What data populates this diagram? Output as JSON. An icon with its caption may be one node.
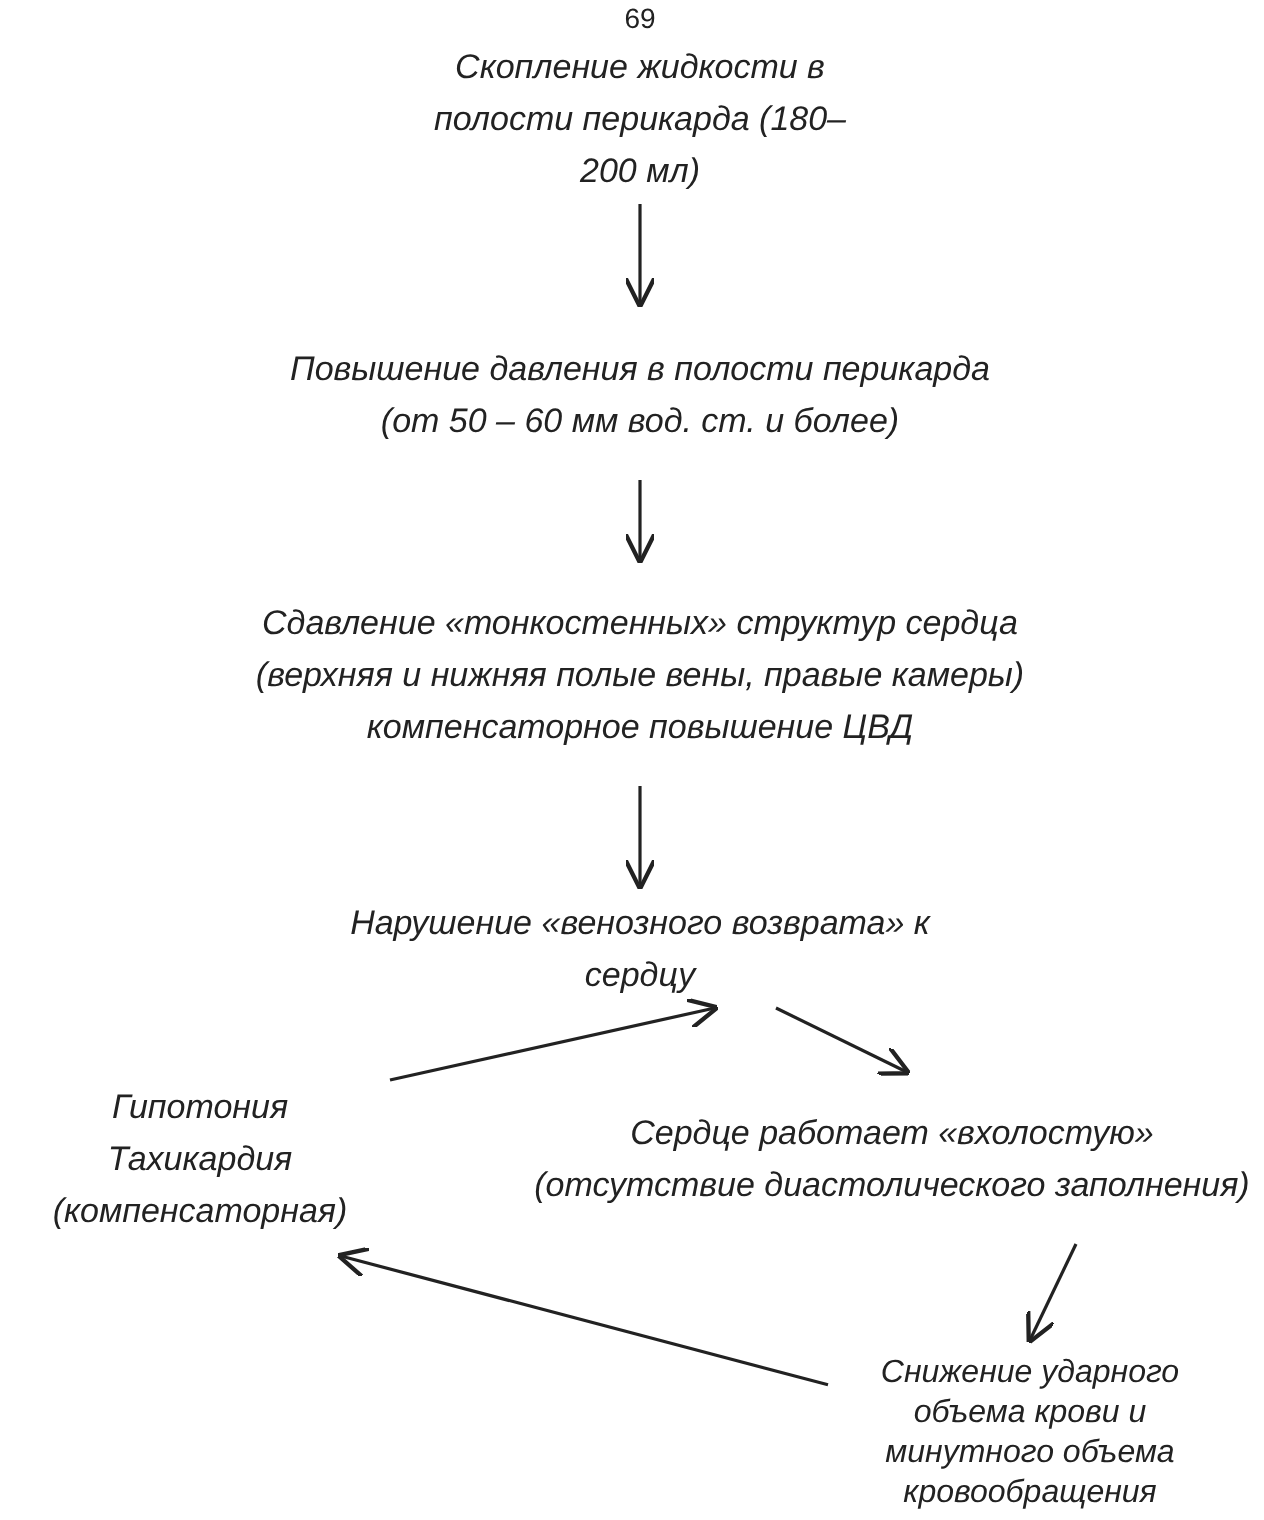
{
  "diagram": {
    "nodes": [
      {
        "text": [
          "Скопление жидкости в полости перикарда (180–200 мл)"
        ]
      },
      {
        "text": [
          "Повышение давления в полости перикарда (от 50 – 60 мм вод. ст. и более)"
        ]
      },
      {
        "text": [
          "Сдавление «тонкостенных» структур сердца (верхняя и нижняя полые вены, правые камеры) компенсаторное повышение ЦВД"
        ]
      },
      {
        "text": [
          "Нарушение «венозного возврата» к сердцу"
        ]
      },
      {
        "text": [
          "Гипотония Тахикардия (компенсаторная)"
        ]
      },
      {
        "text": [
          "Сердце работает «вхолостую» (отсутствие диастолического заполнения)"
        ]
      },
      {
        "text": [
          "Снижение ударного объема крови и минутного объема кровообращения"
        ]
      }
    ],
    "edges": [
      {
        "from": 0,
        "to": 1,
        "arrow": "to"
      },
      {
        "from": 1,
        "to": 2,
        "arrow": "to"
      },
      {
        "from": 2,
        "to": 3,
        "arrow": "to"
      },
      {
        "from": 3,
        "to": 5,
        "arrow": "to"
      },
      {
        "from": 5,
        "to": 6,
        "arrow": "to"
      },
      {
        "from": 6,
        "to": 4,
        "arrow": "to"
      },
      {
        "from": 4,
        "to": 3,
        "arrow": "to"
      }
    ],
    "labels": [
      "69"
    ]
  }
}
